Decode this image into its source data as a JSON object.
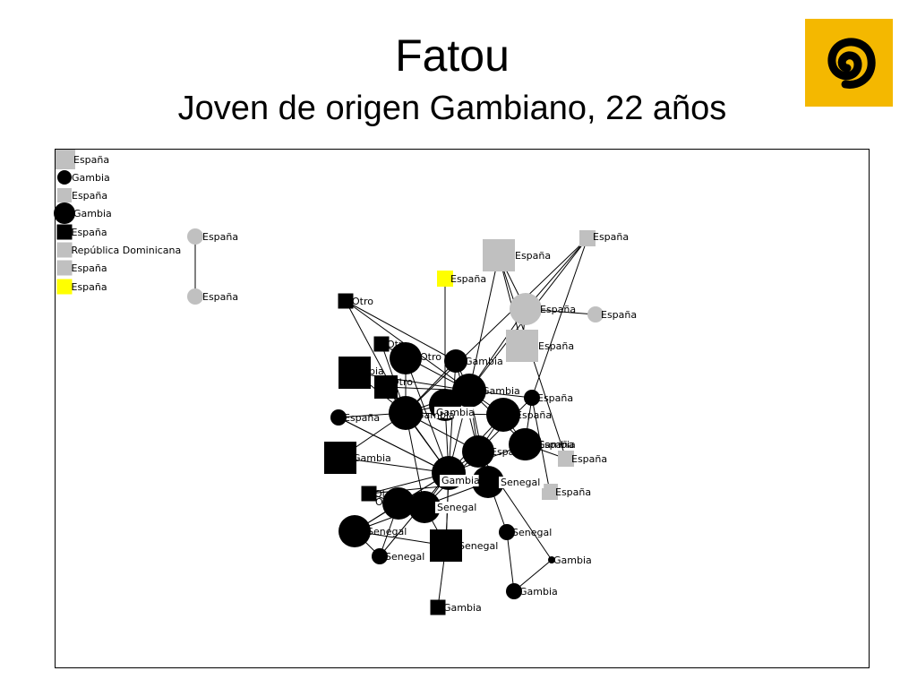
{
  "header": {
    "title": "Fatou",
    "subtitle": "Joven de origen Gambiano, 22 años"
  },
  "logo": {
    "icon": "spiral-icon",
    "background": "#f4b800",
    "foreground": "#000000"
  },
  "colors": {
    "black": "#000000",
    "gray": "#c0c0c0",
    "yellow": "#ffff00",
    "edge": "#000000"
  },
  "network": {
    "nodes": [
      {
        "id": "L1",
        "label": "España",
        "shape": "square",
        "color": "gray"
      },
      {
        "id": "L2",
        "label": "Gambia",
        "shape": "circle",
        "color": "black"
      },
      {
        "id": "L3",
        "label": "España",
        "shape": "square",
        "color": "gray"
      },
      {
        "id": "L4",
        "label": "Gambia",
        "shape": "circle",
        "color": "black"
      },
      {
        "id": "L5",
        "label": "España",
        "shape": "square",
        "color": "black"
      },
      {
        "id": "L6",
        "label": "República Dominicana",
        "shape": "square",
        "color": "gray"
      },
      {
        "id": "L7",
        "label": "España",
        "shape": "square",
        "color": "gray"
      },
      {
        "id": "L8",
        "label": "España",
        "shape": "square",
        "color": "yellow"
      },
      {
        "id": "I1",
        "label": "España",
        "shape": "circle",
        "color": "gray"
      },
      {
        "id": "I2",
        "label": "España",
        "shape": "circle",
        "color": "gray"
      },
      {
        "id": "N1",
        "label": "Otro",
        "shape": "square",
        "color": "black"
      },
      {
        "id": "N2",
        "label": "España",
        "shape": "square",
        "color": "yellow"
      },
      {
        "id": "N3",
        "label": "España",
        "shape": "square",
        "color": "gray"
      },
      {
        "id": "N4",
        "label": "España",
        "shape": "square",
        "color": "gray"
      },
      {
        "id": "N5",
        "label": "España",
        "shape": "circle",
        "color": "gray"
      },
      {
        "id": "N6",
        "label": "España",
        "shape": "circle",
        "color": "gray"
      },
      {
        "id": "N7",
        "label": "Otro",
        "shape": "square",
        "color": "black"
      },
      {
        "id": "N8",
        "label": "Otro",
        "shape": "circle",
        "color": "black"
      },
      {
        "id": "N9",
        "label": "Gambia",
        "shape": "square",
        "color": "black"
      },
      {
        "id": "N10",
        "label": "Otro",
        "shape": "square",
        "color": "black"
      },
      {
        "id": "N11",
        "label": "Gambia",
        "shape": "circle",
        "color": "black"
      },
      {
        "id": "N12",
        "label": "España",
        "shape": "square",
        "color": "gray"
      },
      {
        "id": "N13",
        "label": "Gambia",
        "shape": "circle",
        "color": "black"
      },
      {
        "id": "N14",
        "label": "Gambia",
        "shape": "circle",
        "color": "black"
      },
      {
        "id": "N15",
        "label": "España",
        "shape": "circle",
        "color": "black"
      },
      {
        "id": "N16",
        "label": "Gambia",
        "shape": "circle",
        "color": "black"
      },
      {
        "id": "N17",
        "label": "España",
        "shape": "circle",
        "color": "black"
      },
      {
        "id": "N18",
        "label": "España",
        "shape": "circle",
        "color": "black"
      },
      {
        "id": "N19",
        "label": "España",
        "shape": "circle",
        "color": "black"
      },
      {
        "id": "N20",
        "label": "Gambia",
        "shape": "square",
        "color": "black"
      },
      {
        "id": "N21",
        "label": "Gambia",
        "shape": "circle",
        "color": "black"
      },
      {
        "id": "N22",
        "label": "España",
        "shape": "circle",
        "color": "black"
      },
      {
        "id": "N23",
        "label": "España",
        "shape": "square",
        "color": "gray"
      },
      {
        "id": "N24",
        "label": "España",
        "shape": "square",
        "color": "gray"
      },
      {
        "id": "N25",
        "label": "Otro",
        "shape": "square",
        "color": "black"
      },
      {
        "id": "N26",
        "label": "Senegal",
        "shape": "circle",
        "color": "black"
      },
      {
        "id": "N27",
        "label": "Senegal",
        "shape": "circle",
        "color": "black"
      },
      {
        "id": "N28",
        "label": "Otro",
        "shape": "circle",
        "color": "black"
      },
      {
        "id": "N29",
        "label": "Senegal",
        "shape": "circle",
        "color": "black"
      },
      {
        "id": "N30",
        "label": "Senegal",
        "shape": "square",
        "color": "black"
      },
      {
        "id": "N31",
        "label": "Senegal",
        "shape": "circle",
        "color": "black"
      },
      {
        "id": "N32",
        "label": "Senegal",
        "shape": "circle",
        "color": "black"
      },
      {
        "id": "N33",
        "label": "Gambia",
        "shape": "circle",
        "color": "black"
      },
      {
        "id": "N34",
        "label": "Gambia",
        "shape": "circle",
        "color": "black"
      },
      {
        "id": "N35",
        "label": "Gambia",
        "shape": "square",
        "color": "black"
      },
      {
        "id": "N36",
        "label": "Gambia",
        "shape": "circle",
        "color": "black"
      }
    ],
    "edges": [
      [
        "I1",
        "I2"
      ],
      [
        "N2",
        "N13"
      ],
      [
        "N3",
        "N4"
      ],
      [
        "N3",
        "N5"
      ],
      [
        "N3",
        "N23"
      ],
      [
        "N3",
        "N16"
      ],
      [
        "N4",
        "N5"
      ],
      [
        "N5",
        "N6"
      ],
      [
        "N5",
        "N12"
      ],
      [
        "N5",
        "N16"
      ],
      [
        "N12",
        "N16"
      ],
      [
        "N12",
        "N14"
      ],
      [
        "N12",
        "N18"
      ],
      [
        "N1",
        "N14"
      ],
      [
        "N1",
        "N16"
      ],
      [
        "N1",
        "N11"
      ],
      [
        "N7",
        "N14"
      ],
      [
        "N7",
        "N16"
      ],
      [
        "N8",
        "N14"
      ],
      [
        "N8",
        "N21"
      ],
      [
        "N9",
        "N14"
      ],
      [
        "N9",
        "N16"
      ],
      [
        "N10",
        "N14"
      ],
      [
        "N10",
        "N16"
      ],
      [
        "N10",
        "N21"
      ],
      [
        "N11",
        "N14"
      ],
      [
        "N11",
        "N16"
      ],
      [
        "N11",
        "N21"
      ],
      [
        "N11",
        "N22"
      ],
      [
        "N13",
        "N14"
      ],
      [
        "N13",
        "N16"
      ],
      [
        "N13",
        "N21"
      ],
      [
        "N14",
        "N16"
      ],
      [
        "N14",
        "N21"
      ],
      [
        "N14",
        "N22"
      ],
      [
        "N14",
        "N17"
      ],
      [
        "N15",
        "N14"
      ],
      [
        "N15",
        "N21"
      ],
      [
        "N16",
        "N21"
      ],
      [
        "N16",
        "N22"
      ],
      [
        "N16",
        "N17"
      ],
      [
        "N16",
        "N19"
      ],
      [
        "N16",
        "N18"
      ],
      [
        "N17",
        "N21"
      ],
      [
        "N17",
        "N22"
      ],
      [
        "N18",
        "N22"
      ],
      [
        "N18",
        "N24"
      ],
      [
        "N19",
        "N21"
      ],
      [
        "N19",
        "N23"
      ],
      [
        "N20",
        "N21"
      ],
      [
        "N20",
        "N14"
      ],
      [
        "N21",
        "N22"
      ],
      [
        "N21",
        "N26"
      ],
      [
        "N21",
        "N27"
      ],
      [
        "N21",
        "N28"
      ],
      [
        "N21",
        "N29"
      ],
      [
        "N21",
        "N30"
      ],
      [
        "N22",
        "N26"
      ],
      [
        "N22",
        "N27"
      ],
      [
        "N25",
        "N21"
      ],
      [
        "N25",
        "N26"
      ],
      [
        "N25",
        "N28"
      ],
      [
        "N26",
        "N29"
      ],
      [
        "N27",
        "N30"
      ],
      [
        "N28",
        "N31"
      ],
      [
        "N28",
        "N29"
      ],
      [
        "N29",
        "N31"
      ],
      [
        "N29",
        "N30"
      ],
      [
        "N30",
        "N35"
      ],
      [
        "N30",
        "N21"
      ],
      [
        "N22",
        "N32"
      ],
      [
        "N22",
        "N33"
      ],
      [
        "N32",
        "N36"
      ],
      [
        "N33",
        "N36"
      ],
      [
        "N26",
        "N22"
      ],
      [
        "N34",
        "N18"
      ],
      [
        "N34",
        "N17"
      ],
      [
        "N14",
        "N27"
      ],
      [
        "N16",
        "N26"
      ],
      [
        "N15",
        "N21"
      ],
      [
        "N31",
        "N21"
      ]
    ]
  }
}
